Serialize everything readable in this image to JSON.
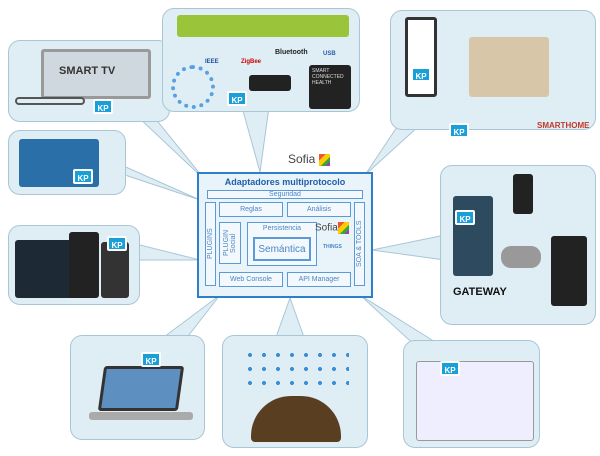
{
  "center": {
    "title": "Adaptadores multiprotocolo",
    "brand": "Sofia",
    "security": "Seguridad",
    "rules": "Reglas",
    "analysis": "Análisis",
    "plugins": "PLUGINS",
    "plugin_social": "PLUGIN Social",
    "persistence": "Persistencia",
    "semantics": "Semántica",
    "soa_tools": "SOA & TOOLS",
    "web_console": "Web Console",
    "api_manager": "API Manager",
    "inner_brand": "Sofia",
    "things": "THINGS"
  },
  "panels": {
    "smart_tv": {
      "label": "SMART TV",
      "kp": "KP"
    },
    "arduino": {
      "kp": "KP"
    },
    "mobiles": {
      "kp": "KP"
    },
    "laptop": {
      "kp": "KP"
    },
    "social": {},
    "dashboard": {
      "kp": "KP"
    },
    "gateway": {
      "label": "GATEWAY",
      "kp": "KP"
    },
    "smart_home": {
      "label": "SMARTHOME",
      "kp1": "KP",
      "kp2": "KP"
    },
    "health": {
      "kp": "KP",
      "ieee": "IEEE",
      "zigbee": "ZigBee",
      "bluetooth": "Bluetooth",
      "usb": "USB",
      "health_label": "SMART CONNECTED HEALTH"
    }
  },
  "colors": {
    "accent": "#1aa0d8",
    "panel": "#dfeef5",
    "center_border": "#2c7fc8"
  }
}
